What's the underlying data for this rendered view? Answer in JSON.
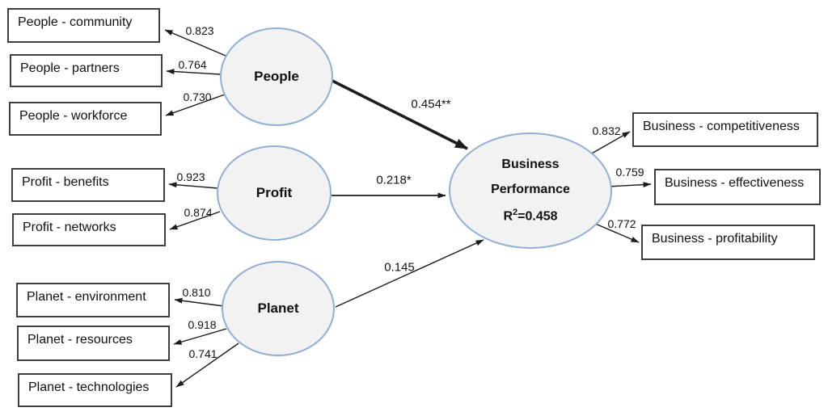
{
  "model": {
    "latents": {
      "people": {
        "label": "People"
      },
      "profit": {
        "label": "Profit"
      },
      "planet": {
        "label": "Planet"
      },
      "business_performance": {
        "line1": "Business",
        "line2": "Performance",
        "r2_base": "R",
        "r2_sup": "2",
        "r2_rest": "=0.458"
      }
    },
    "left_indicators": [
      {
        "id": "people-community",
        "label": "People - community",
        "loading": "0.823"
      },
      {
        "id": "people-partners",
        "label": "People - partners",
        "loading": "0.764"
      },
      {
        "id": "people-workforce",
        "label": "People - workforce",
        "loading": "0.730"
      },
      {
        "id": "profit-benefits",
        "label": "Profit - benefits",
        "loading": "0.923"
      },
      {
        "id": "profit-networks",
        "label": "Profit - networks",
        "loading": "0.874"
      },
      {
        "id": "planet-environment",
        "label": "Planet - environment",
        "loading": "0.810"
      },
      {
        "id": "planet-resources",
        "label": "Planet - resources",
        "loading": "0.918"
      },
      {
        "id": "planet-technologies",
        "label": "Planet - technologies",
        "loading": "0.741"
      }
    ],
    "right_indicators": [
      {
        "id": "business-competitiveness",
        "label": "Business - competitiveness",
        "loading": "0.832"
      },
      {
        "id": "business-effectiveness",
        "label": "Business - effectiveness",
        "loading": "0.759"
      },
      {
        "id": "business-profitability",
        "label": "Business - profitability",
        "loading": "0.772"
      }
    ],
    "paths": {
      "people_to_bp": {
        "coef": "0.454**"
      },
      "profit_to_bp": {
        "coef": "0.218*"
      },
      "planet_to_bp": {
        "coef": "0.145"
      }
    },
    "colors": {
      "background": "#ffffff",
      "text": "#111111",
      "box-border": "#3f3f3f",
      "box-fill": "#ffffff",
      "ellipse-border": "#8fafd4",
      "ellipse-fill": "#f2f2f2",
      "arrow": "#1c1c1c"
    }
  }
}
